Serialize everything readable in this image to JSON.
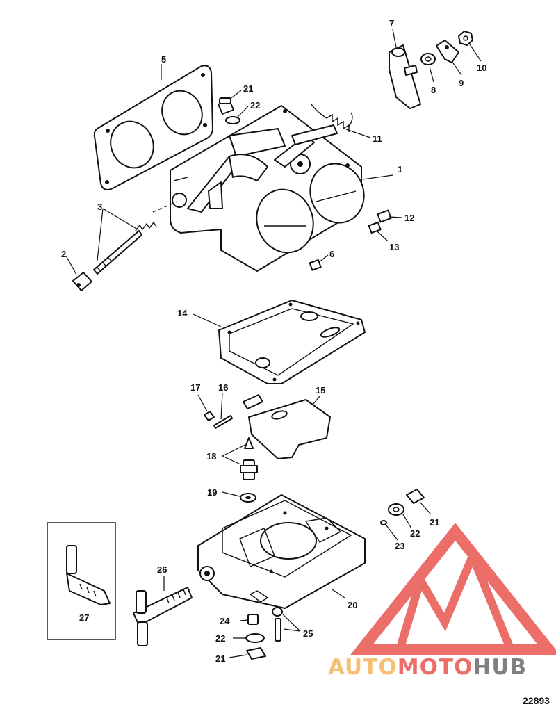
{
  "figure": {
    "number": "22893",
    "callouts": [
      {
        "id": "c1",
        "text": "1"
      },
      {
        "id": "c2",
        "text": "2"
      },
      {
        "id": "c3",
        "text": "3"
      },
      {
        "id": "c4",
        "text": "5"
      },
      {
        "id": "c5",
        "text": "6"
      },
      {
        "id": "c6",
        "text": "7"
      },
      {
        "id": "c7",
        "text": "8"
      },
      {
        "id": "c8",
        "text": "9"
      },
      {
        "id": "c9",
        "text": "10"
      },
      {
        "id": "c10",
        "text": "11"
      },
      {
        "id": "c11",
        "text": "12"
      },
      {
        "id": "c12",
        "text": "13"
      },
      {
        "id": "c13",
        "text": "21"
      },
      {
        "id": "c14",
        "text": "22"
      },
      {
        "id": "c15",
        "text": "14"
      },
      {
        "id": "c16",
        "text": "15"
      },
      {
        "id": "c17",
        "text": "16"
      },
      {
        "id": "c18",
        "text": "17"
      },
      {
        "id": "c19",
        "text": "18"
      },
      {
        "id": "c20",
        "text": "19"
      },
      {
        "id": "c21",
        "text": "20"
      },
      {
        "id": "c22",
        "text": "21"
      },
      {
        "id": "c23",
        "text": "22"
      },
      {
        "id": "c24",
        "text": "23"
      },
      {
        "id": "c25",
        "text": "24"
      },
      {
        "id": "c26",
        "text": "22"
      },
      {
        "id": "c27",
        "text": "21"
      },
      {
        "id": "c28",
        "text": "25"
      },
      {
        "id": "c29",
        "text": "26"
      },
      {
        "id": "c30",
        "text": "27"
      }
    ]
  },
  "watermark": {
    "part1": "AUTO",
    "part2": "MOTO",
    "part3": "HUB",
    "color_light": "#f4b65e",
    "color_red": "#e8554f",
    "color_gray": "#6b6b6b"
  }
}
